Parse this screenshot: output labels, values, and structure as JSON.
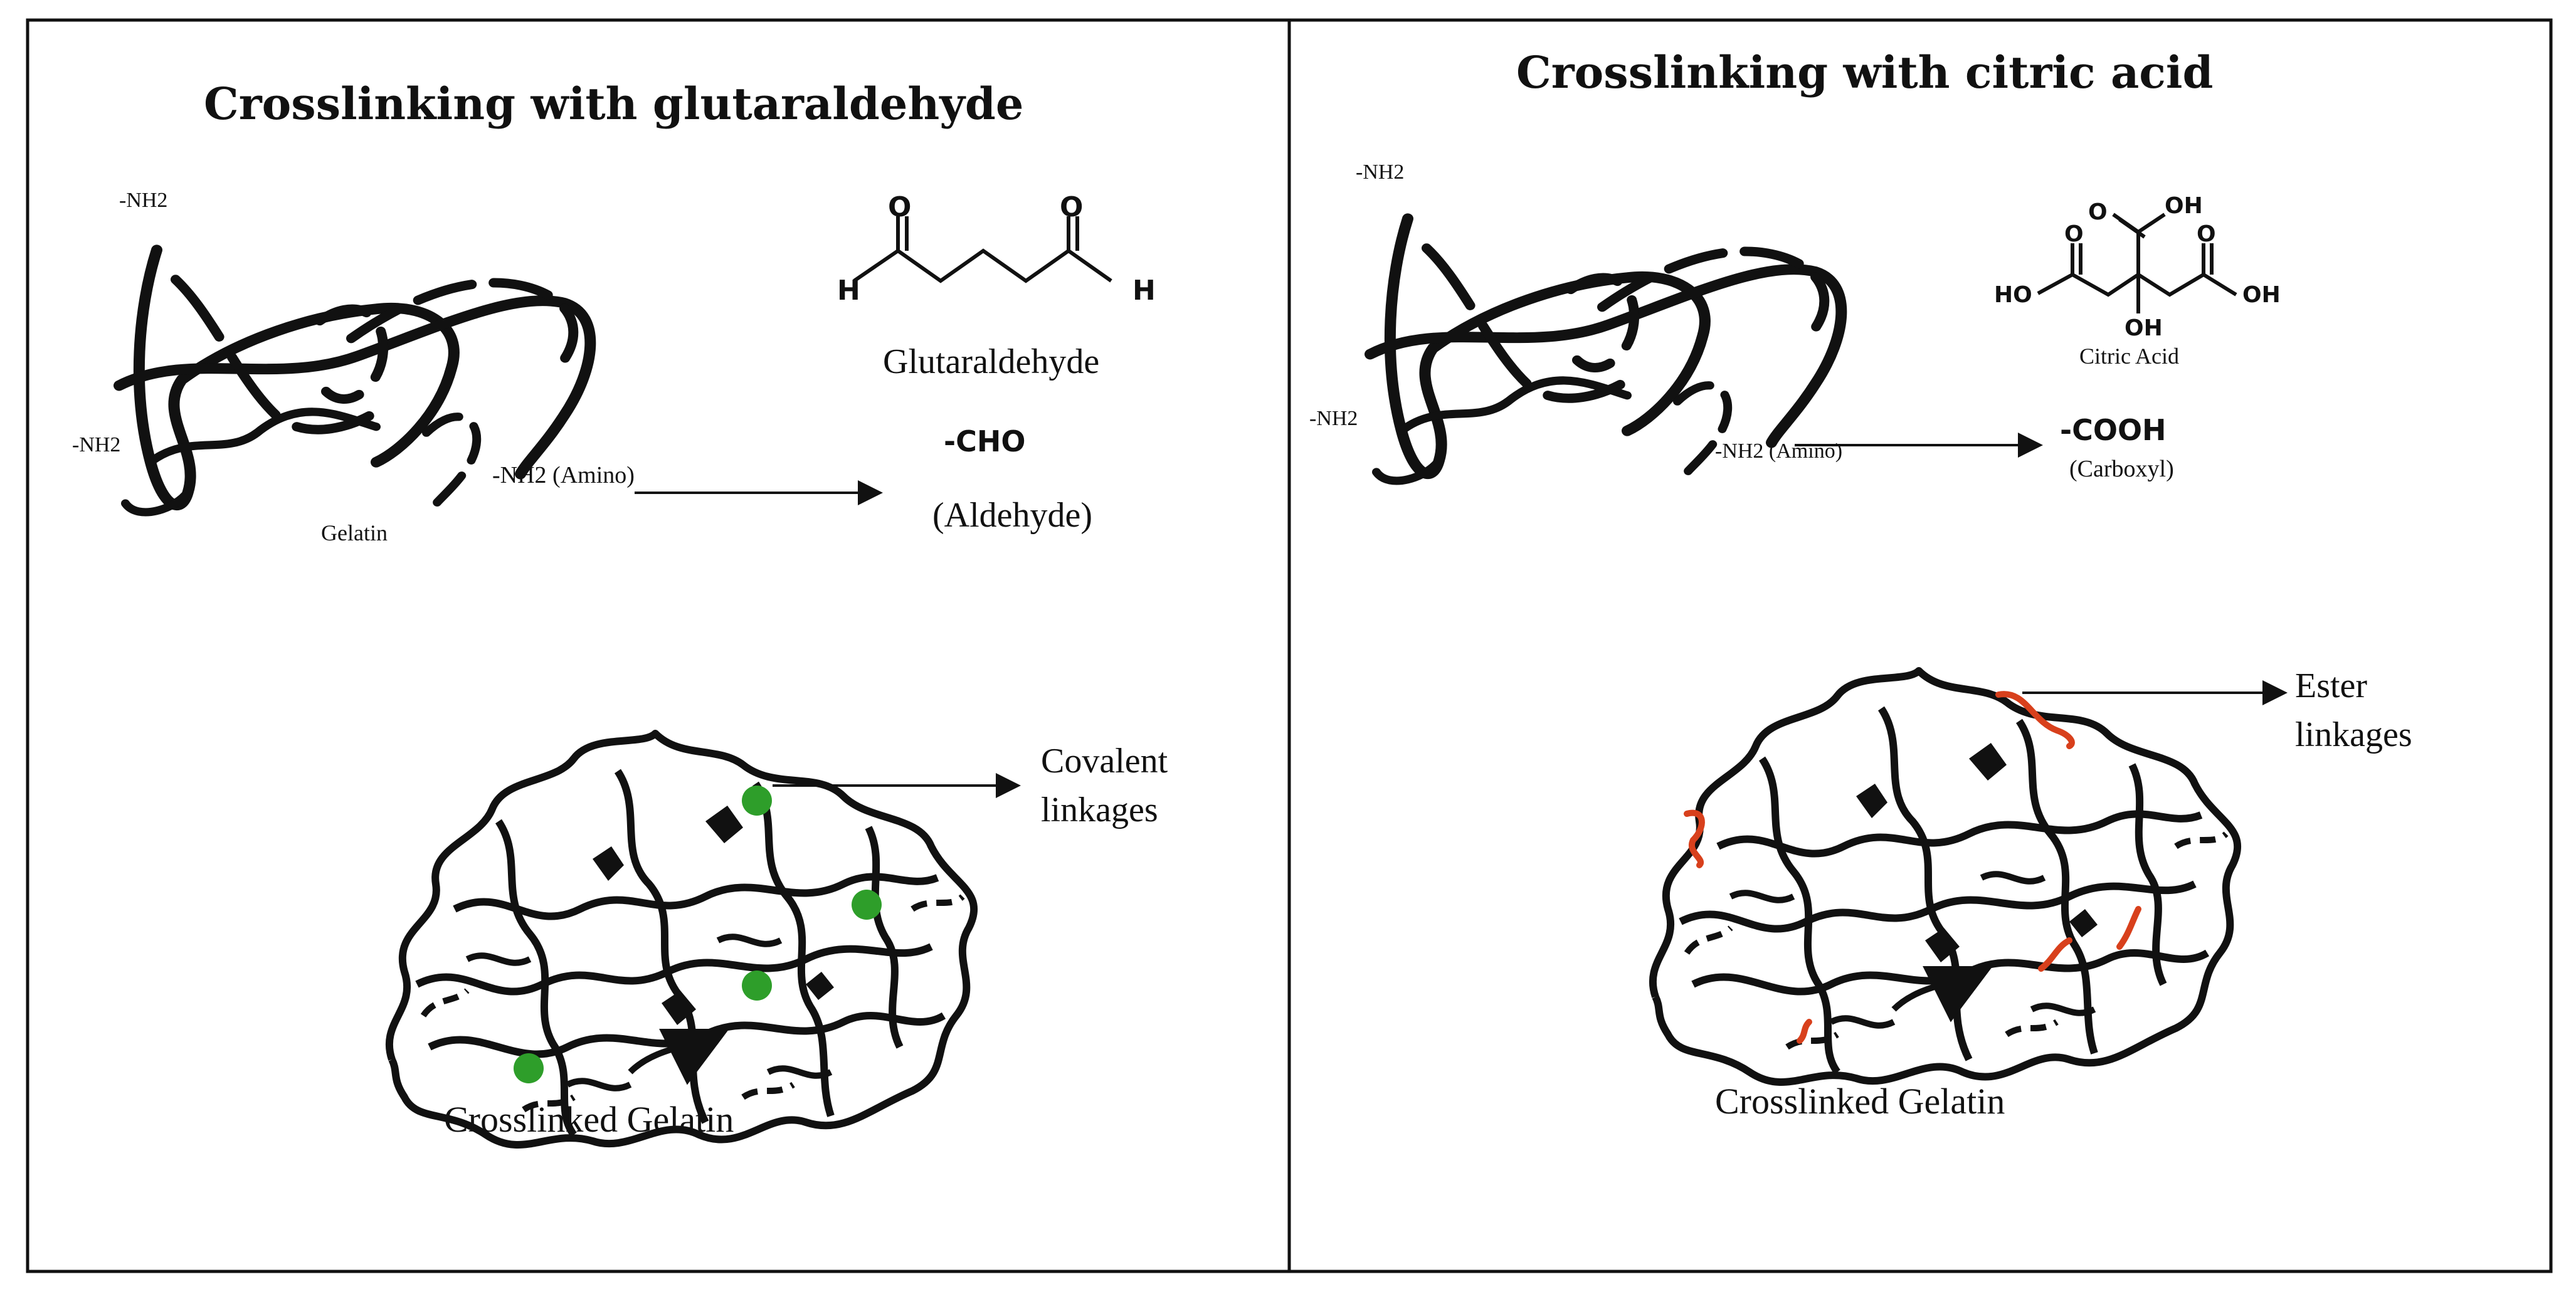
{
  "panels": {
    "left": {
      "title": "Crosslinking with glutaraldehyde",
      "gelatin": {
        "nh2_top": "-NH2",
        "nh2_left": "-NH2",
        "label": "Gelatin",
        "amino_label": "-NH2 (Amino)"
      },
      "molecule": {
        "atom_o1": "O",
        "atom_o2": "O",
        "atom_h1": "H",
        "atom_h2": "H",
        "name": "Glutaraldehyde",
        "group": "-CHO",
        "group_name": "(Aldehyde)"
      },
      "network": {
        "label": "Crosslinked Gelatin",
        "arrow_label_line1": "Covalent",
        "arrow_label_line2": "linkages",
        "link_color": "#2e9e2a"
      }
    },
    "right": {
      "title": "Crosslinking with citric acid",
      "gelatin": {
        "nh2_top": "-NH2",
        "nh2_left": "-NH2",
        "amino_label": "-NH2 (Amino)"
      },
      "molecule": {
        "atom_o_top": "O",
        "atom_oh_top": "OH",
        "atom_ho_left": "HO",
        "atom_oh_right": "OH",
        "atom_oh_mid": "OH",
        "atom_o_left": "O",
        "atom_o_right": "O",
        "name": "Citric Acid",
        "group": "-COOH",
        "group_name": "(Carboxyl)"
      },
      "network": {
        "label": "Crosslinked Gelatin",
        "arrow_label_line1": "Ester",
        "arrow_label_line2": "linkages",
        "link_color": "#d8401c"
      }
    }
  }
}
